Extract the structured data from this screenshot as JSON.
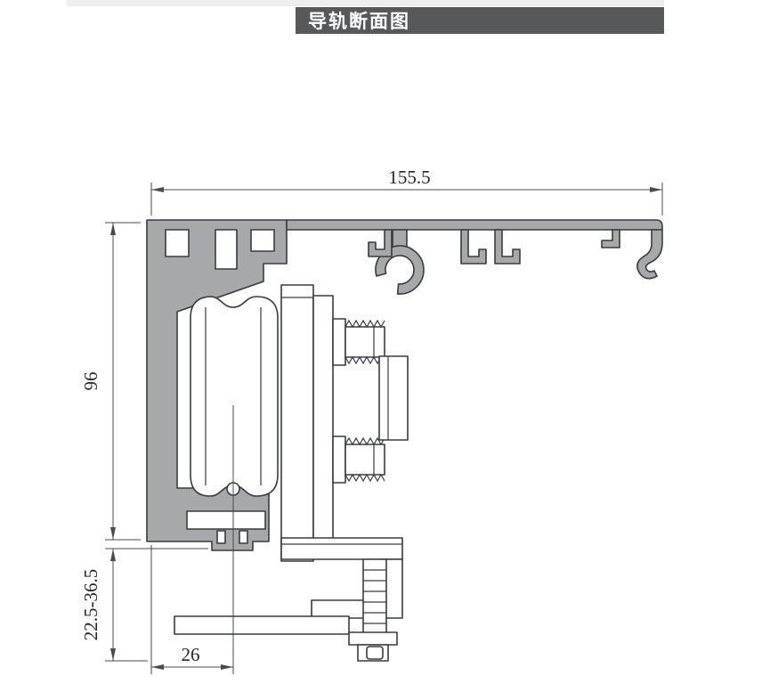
{
  "banner": {
    "title": "导轨断面图"
  },
  "dimensions": {
    "top_width": "155.5",
    "left_height": "96",
    "bottom_left_range": "22.5-36.5",
    "bottom_offset": "26"
  },
  "colors": {
    "background": "#ffffff",
    "banner_bg": "#57585a",
    "banner_text": "#ffffff",
    "profile_fill": "#a6a8ab",
    "line": "#3a3b3d",
    "dim_line": "#4a4b4d",
    "dim_text": "#262626"
  }
}
